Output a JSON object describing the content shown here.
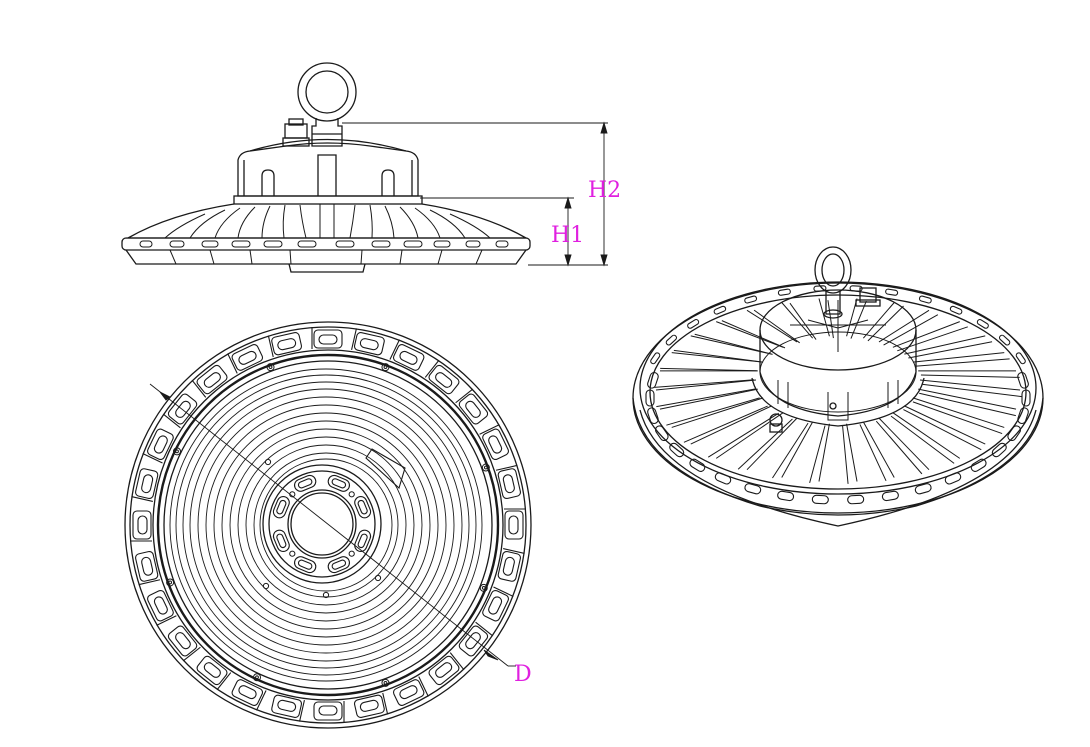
{
  "labels": {
    "h2": "H2",
    "h1": "H1",
    "d": "D"
  },
  "colors": {
    "line": "#1a1a1a",
    "dimension_text": "#e020e0",
    "background": "#ffffff"
  }
}
